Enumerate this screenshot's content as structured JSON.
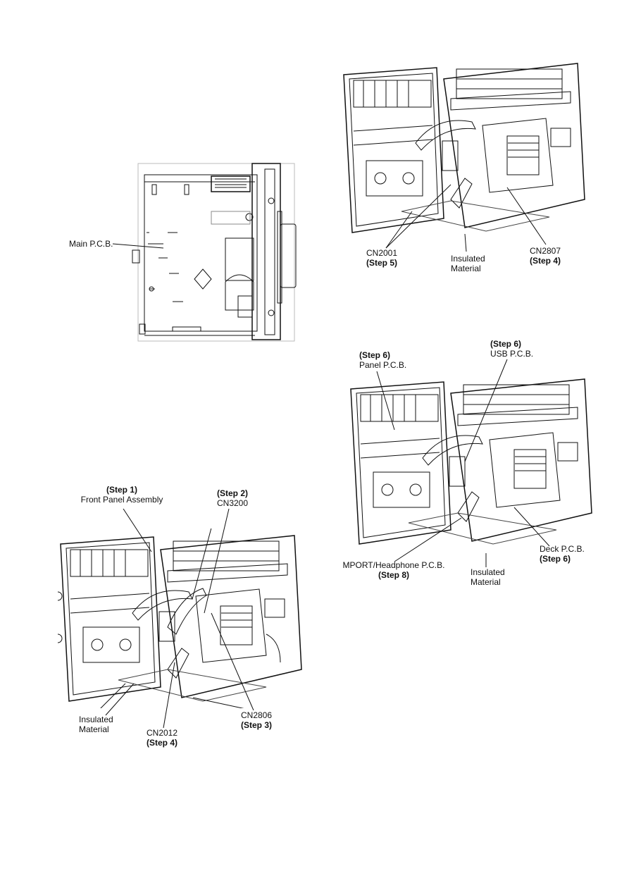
{
  "figure1": {
    "labels": {
      "main_pcb": "Main P.C.B."
    }
  },
  "figure2": {
    "labels": {
      "front_panel_step": "(Step 1)",
      "front_panel_name": "Front Panel Assembly",
      "cn3200_step": "(Step 2)",
      "cn3200_name": "CN3200",
      "insulated_1": "Insulated",
      "insulated_2": "Material",
      "cn2012_name": "CN2012",
      "cn2012_step": "(Step 4)",
      "cn2806_name": "CN2806",
      "cn2806_step": "(Step 3)"
    }
  },
  "figure3": {
    "labels": {
      "cn2001_name": "CN2001",
      "cn2001_step": "(Step 5)",
      "insulated_1": "Insulated",
      "insulated_2": "Material",
      "cn2807_name": "CN2807",
      "cn2807_step": "(Step 4)"
    }
  },
  "figure4": {
    "labels": {
      "panel_step": "(Step 6)",
      "panel_name": "Panel P.C.B.",
      "usb_step": "(Step 6)",
      "usb_name": "USB P.C.B.",
      "mport_name": "MPORT/Headphone P.C.B.",
      "mport_step": "(Step 8)",
      "insulated_1": "Insulated",
      "insulated_2": "Material",
      "deck_name": "Deck P.C.B.",
      "deck_step": "(Step 6)"
    }
  }
}
